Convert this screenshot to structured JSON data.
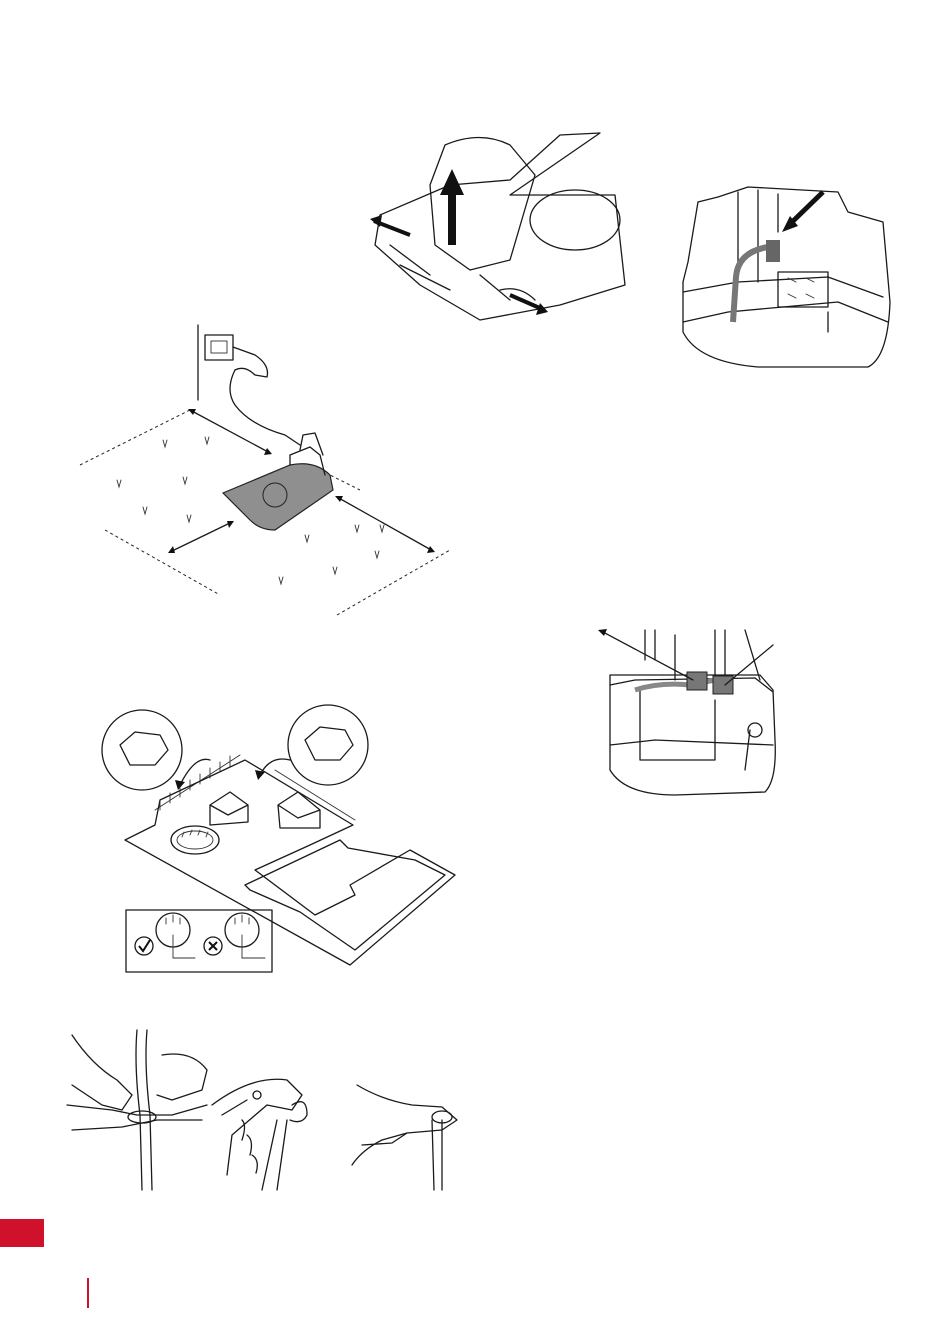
{
  "page": {
    "accent_color": "#d0112b",
    "line_color": "#1a1a1a",
    "fill_grey": "#8f8f8f"
  },
  "figures": [
    {
      "id": "charging-station-lift-cover",
      "icon": "arrow-up-icon"
    },
    {
      "id": "charging-station-connector-plug",
      "icon": "arrow-pointer-icon"
    },
    {
      "id": "charging-station-placement-lawn",
      "icon": "double-arrow-icon"
    },
    {
      "id": "guide-wire-connectors",
      "icon": "arrow-left-icon"
    },
    {
      "id": "boundary-wire-layout-garden",
      "icon": "check-icon"
    },
    {
      "id": "wire-coupler-pliers-steps",
      "icon": "pliers-icon"
    }
  ]
}
